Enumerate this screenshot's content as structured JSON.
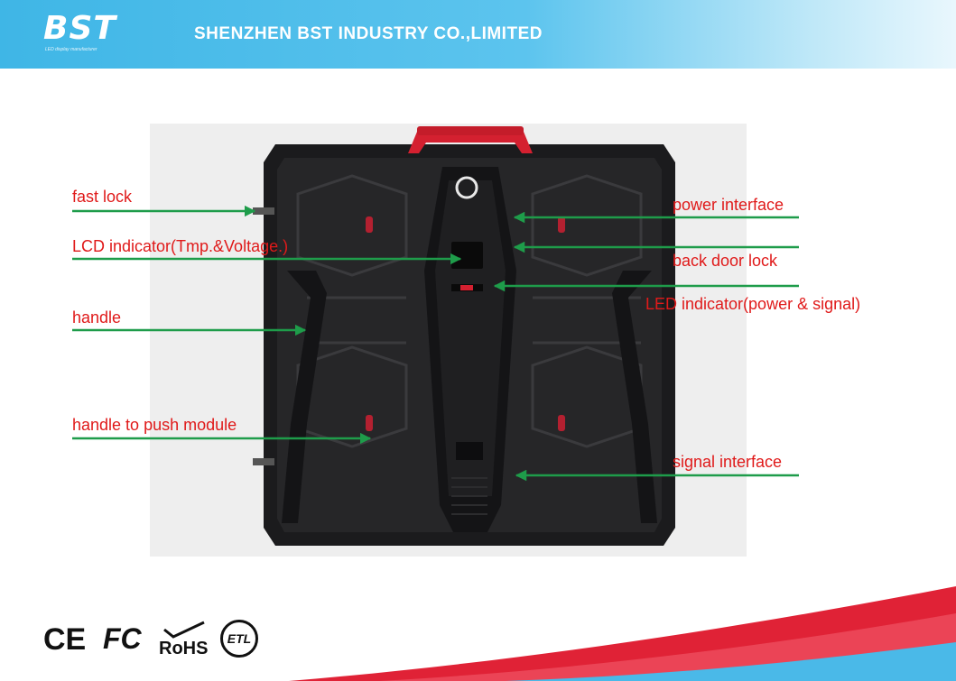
{
  "header": {
    "logo_text": "BST",
    "logo_tagline": "LED display manufacturer",
    "company_name": "SHENZHEN BST INDUSTRY CO.,LIMITED"
  },
  "callouts": {
    "fast_lock": "fast lock",
    "lcd_indicator": "LCD indicator(Tmp.&Voltage.)",
    "handle": "handle",
    "handle_push": "handle to push module",
    "power_interface": "power interface",
    "back_door_lock": "back door lock",
    "led_indicator": "LED indicator(power & signal)",
    "signal_interface": "signal interface"
  },
  "certifications": {
    "ce": "CE",
    "fc": "FC",
    "rohs": "RoHS",
    "etl": "ETL"
  },
  "colors": {
    "header_blue": "#3fb6e6",
    "label_red": "#e01a1a",
    "arrow_green": "#1e9c4a",
    "handle_red": "#d42030",
    "cabinet_black": "#1c1c1e"
  }
}
